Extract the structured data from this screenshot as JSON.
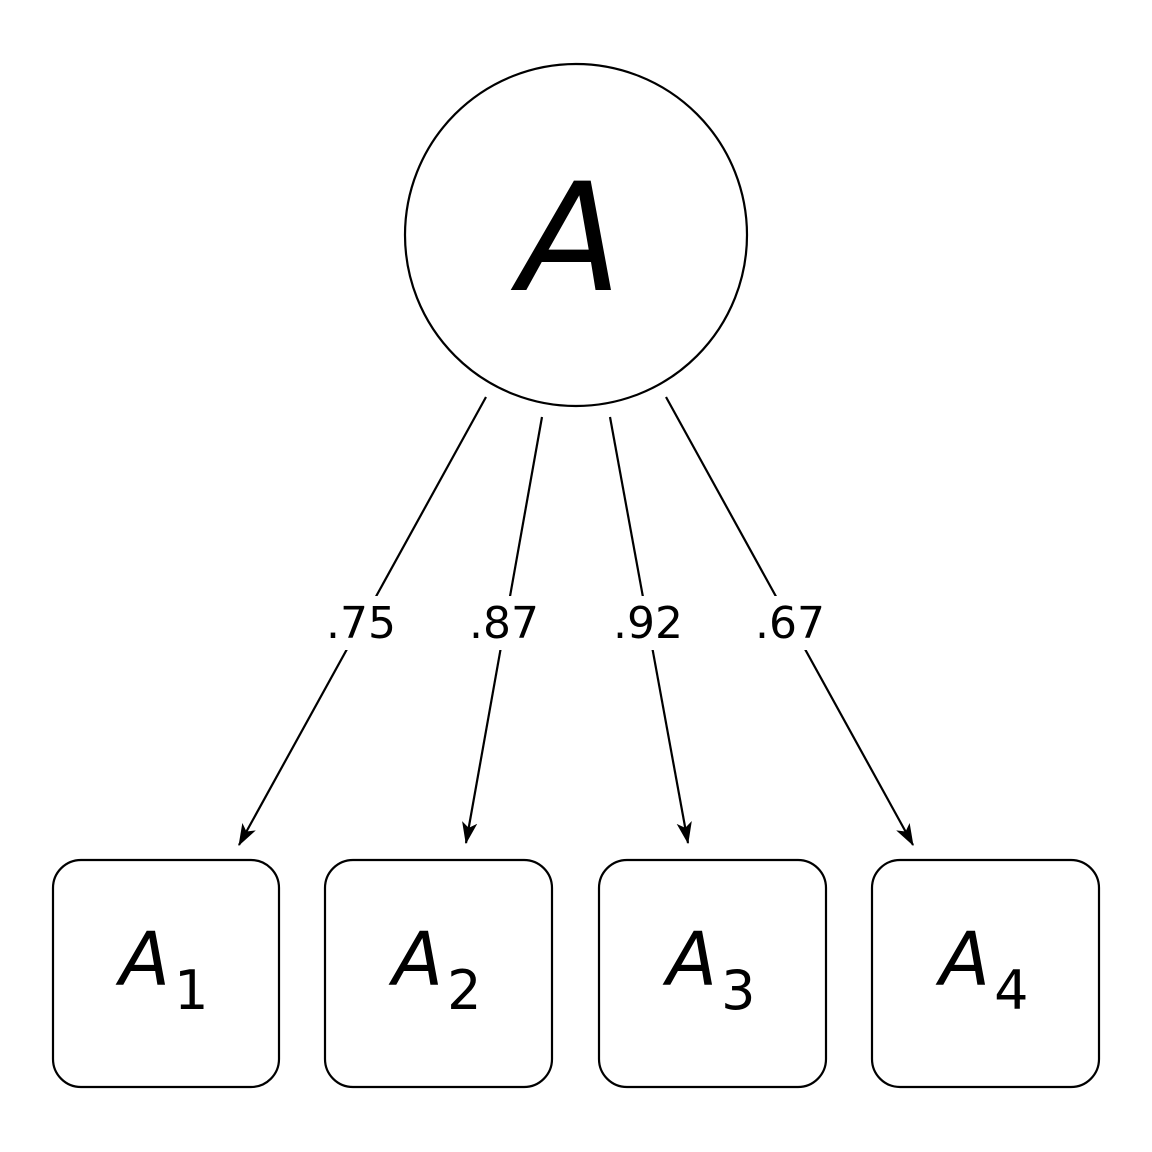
{
  "latent": {
    "label": "A"
  },
  "indicators": [
    {
      "label": "A",
      "subscript": "1",
      "loading": ".75"
    },
    {
      "label": "A",
      "subscript": "2",
      "loading": ".87"
    },
    {
      "label": "A",
      "subscript": "3",
      "loading": ".92"
    },
    {
      "label": "A",
      "subscript": "4",
      "loading": ".67"
    }
  ]
}
